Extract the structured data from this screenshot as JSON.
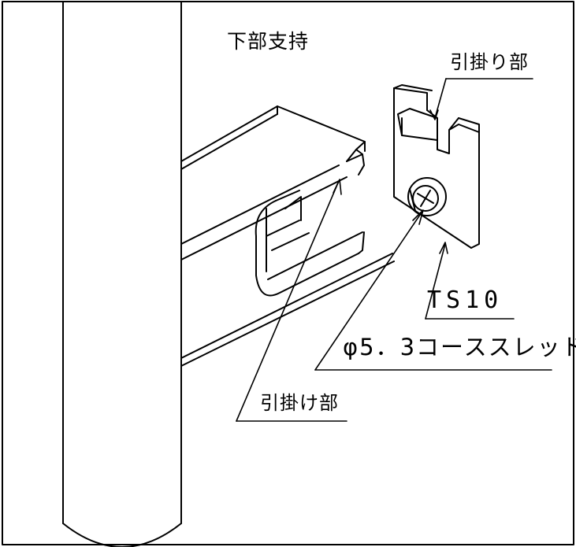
{
  "labels": {
    "title": "下部支持",
    "hook_part_top": "引掛り部",
    "ts10": "TS10",
    "screw": "φ5．3コーススレッド",
    "hook_part_bottom": "引掛け部"
  },
  "colors": {
    "line": "#000000",
    "background": "#ffffff"
  }
}
